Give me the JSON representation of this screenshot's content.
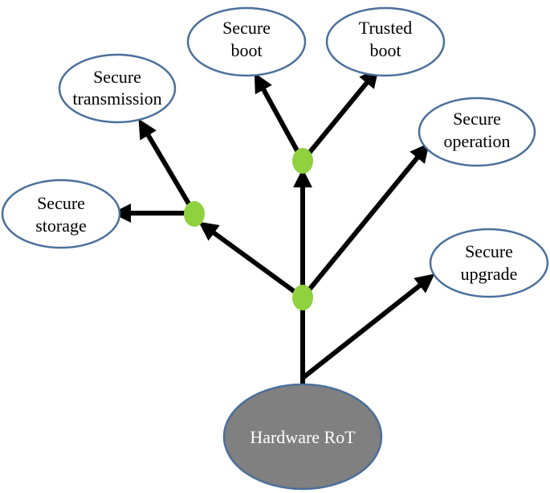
{
  "colors": {
    "node_border": "#4a6f9a",
    "junction": "#8fd13f",
    "root_fill": "#808080",
    "root_border": "#4a6f9a",
    "arrow": "#000000"
  },
  "root": {
    "label": "Hardware RoT"
  },
  "nodes": {
    "secure_boot": {
      "line1": "Secure",
      "line2": "boot"
    },
    "trusted_boot": {
      "line1": "Trusted",
      "line2": "boot"
    },
    "secure_transmission": {
      "line1": "Secure",
      "line2": "transmission"
    },
    "secure_operation": {
      "line1": "Secure",
      "line2": "operation"
    },
    "secure_storage": {
      "line1": "Secure",
      "line2": "storage"
    },
    "secure_upgrade": {
      "line1": "Secure",
      "line2": "upgrade"
    }
  }
}
